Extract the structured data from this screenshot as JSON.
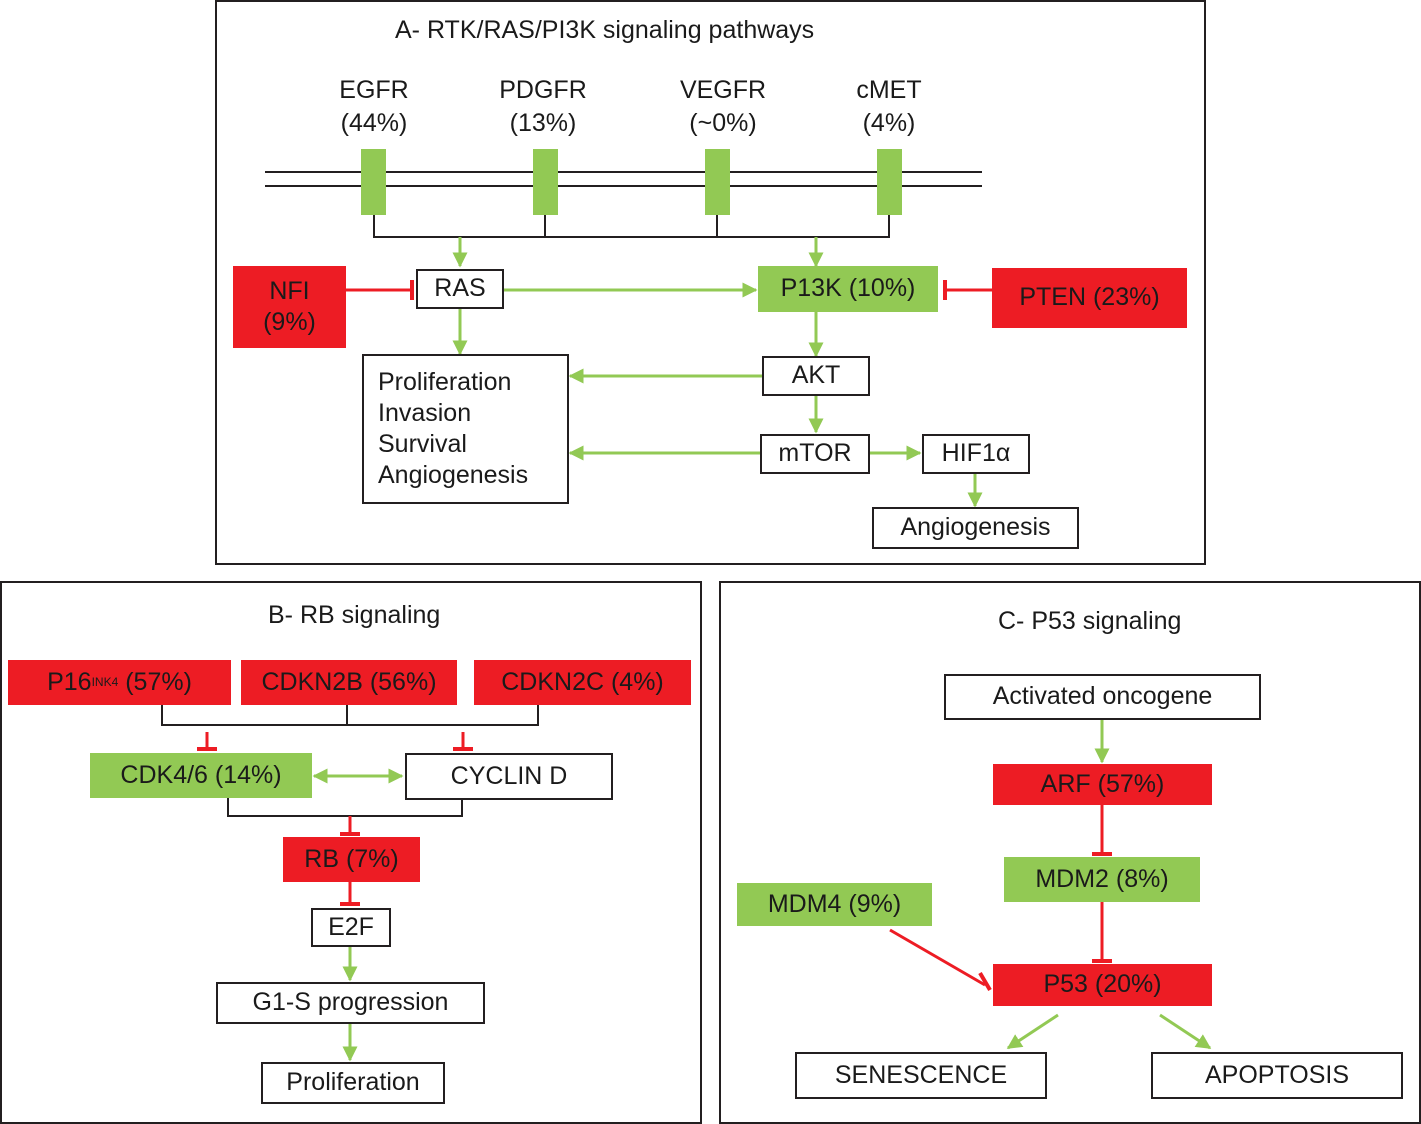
{
  "colors": {
    "activated": "#92c954",
    "inactivated": "#ed1c24",
    "border": "#231f20"
  },
  "panelA": {
    "title": "A- RTK/RAS/PI3K signaling pathways",
    "receptors": [
      {
        "name": "EGFR",
        "pct": "(44%)"
      },
      {
        "name": "PDGFR",
        "pct": "(13%)"
      },
      {
        "name": "VEGFR",
        "pct": "(~0%)"
      },
      {
        "name": "cMET",
        "pct": "(4%)"
      }
    ],
    "nodes": {
      "nfi": [
        "NFI",
        "(9%)"
      ],
      "ras": "RAS",
      "pi3k": "P13K (10%)",
      "pten": "PTEN (23%)",
      "akt": "AKT",
      "mtor": "mTOR",
      "hif1a": "HIF1α",
      "angiogenesis": "Angiogenesis",
      "outcomes": [
        "Proliferation",
        "Invasion",
        "Survival",
        "Angiogenesis"
      ]
    }
  },
  "panelB": {
    "title": "B- RB signaling",
    "nodes": {
      "p16": {
        "name": "P16",
        "sup": "INK4",
        "pct": " (57%)"
      },
      "cdkn2b": "CDKN2B (56%)",
      "cdkn2c": "CDKN2C (4%)",
      "cdk46": "CDK4/6 (14%)",
      "cyclin_d": "CYCLIN D",
      "rb": "RB (7%)",
      "e2f": "E2F",
      "g1s": "G1-S progression",
      "proliferation": "Proliferation"
    }
  },
  "panelC": {
    "title": "C- P53 signaling",
    "nodes": {
      "oncogene": "Activated oncogene",
      "arf": "ARF (57%)",
      "mdm2": "MDM2 (8%)",
      "mdm4": "MDM4 (9%)",
      "p53": "P53 (20%)",
      "senescence": "SENESCENCE",
      "apoptosis": "APOPTOSIS"
    }
  }
}
